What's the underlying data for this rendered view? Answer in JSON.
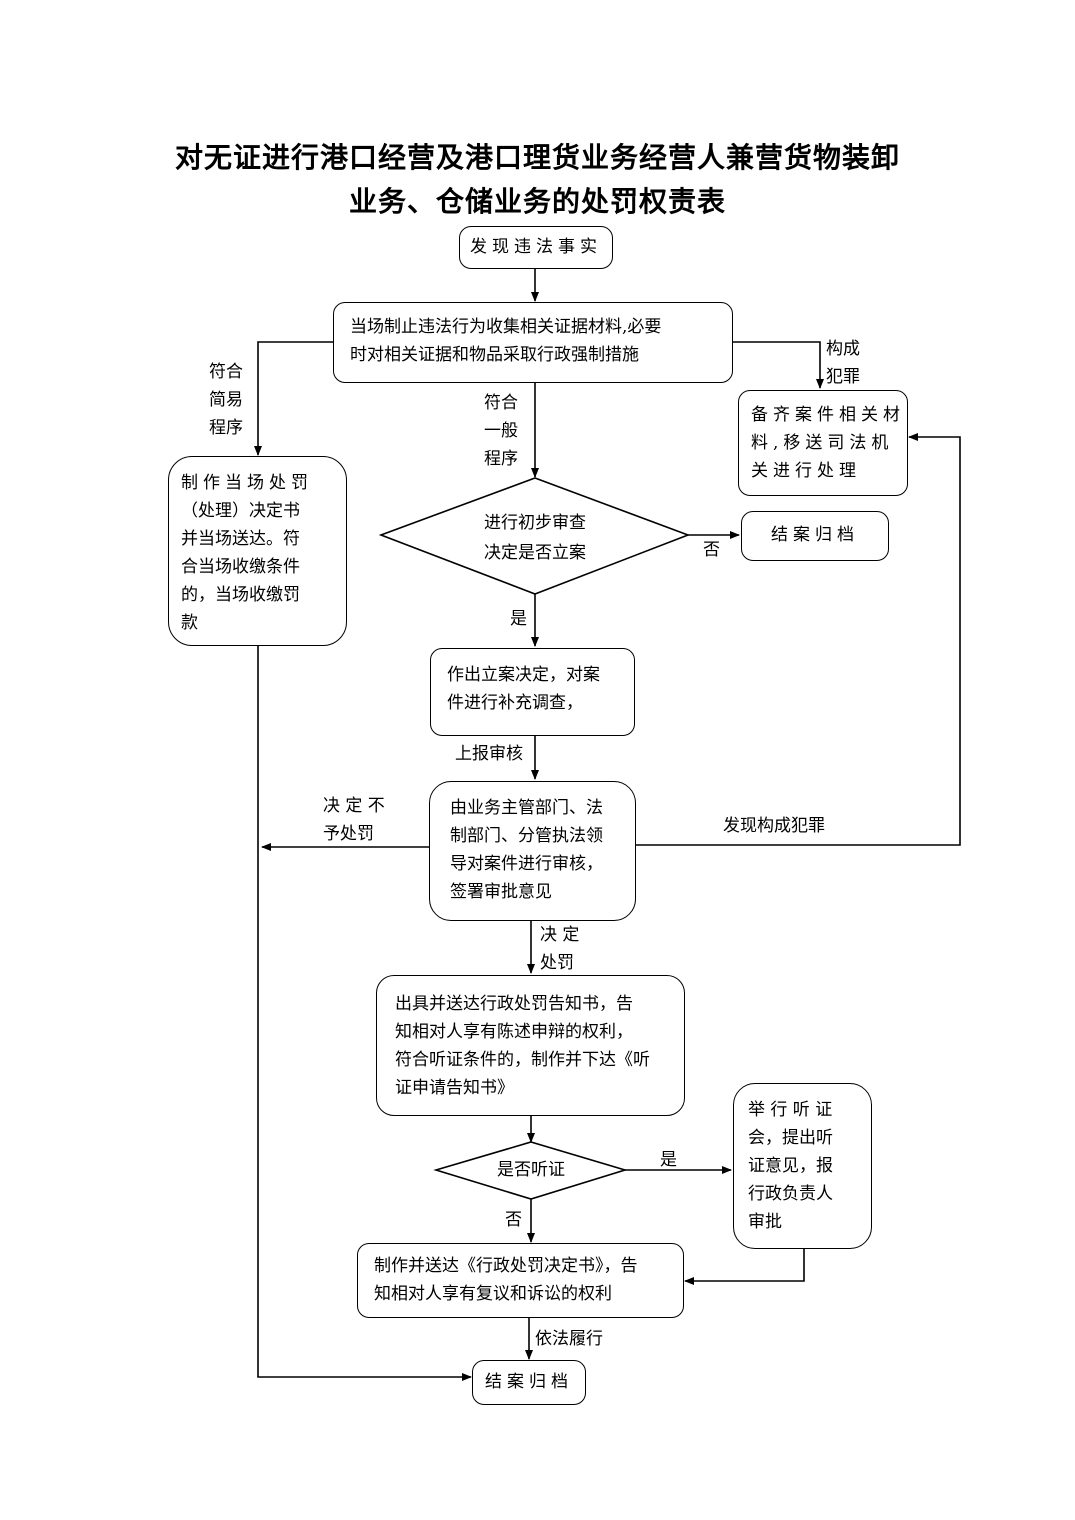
{
  "title": {
    "line1": "对无证进行港口经营及港口理货业务经营人兼营货物装卸",
    "line2": "业务、仓储业务的处罚权责表"
  },
  "nodes": {
    "discover": "发现违法事实",
    "stop": [
      "当场制止违法行为收集相关证据材料,必要",
      "时对相关证据和物品采取行政强制措施"
    ],
    "transfer": [
      "备齐案件相关材",
      "料,移送司法机",
      "关进行处理"
    ],
    "simple_decision": [
      "制作当场处罚",
      "（处理）决定书",
      "并当场送达。符",
      "合当场收缴条件",
      "的，当场收缴罚",
      "款"
    ],
    "prelim_review": [
      "进行初步审查",
      "决定是否立案"
    ],
    "close_case_1": "结案归档",
    "file_case": [
      "作出立案决定，对案",
      "件进行补充调查，"
    ],
    "review": [
      "由业务主管部门、法",
      "制部门、分管执法领",
      "导对案件进行审核，",
      "签署审批意见"
    ],
    "notice": [
      "出具并送达行政处罚告知书，告",
      "知相对人享有陈述申辩的权利，",
      "符合听证条件的，制作并下达《听",
      "证申请告知书》"
    ],
    "hearing_q": "是否听证",
    "hearing": [
      "举 行 听 证",
      "会，提出听",
      "证意见，报",
      "行政负责人",
      "审批"
    ],
    "decision_doc": [
      "制作并送达《行政处罚决定书》，告",
      "知相对人享有复议和诉讼的权利"
    ],
    "close_case_2": "结案归档"
  },
  "labels": {
    "crime_1": [
      "构成",
      "犯罪"
    ],
    "simple": [
      "符合",
      "简易",
      "程序"
    ],
    "general": [
      "符合",
      "一般",
      "程序"
    ],
    "no_1": "否",
    "yes_1": "是",
    "report": "上报审核",
    "no_penalty": [
      "决 定 不",
      "予处罚"
    ],
    "crime_2": "发现构成犯罪",
    "penalty": [
      "决 定",
      "处罚"
    ],
    "yes_2": "是",
    "no_2": "否",
    "perform": "依法履行"
  }
}
